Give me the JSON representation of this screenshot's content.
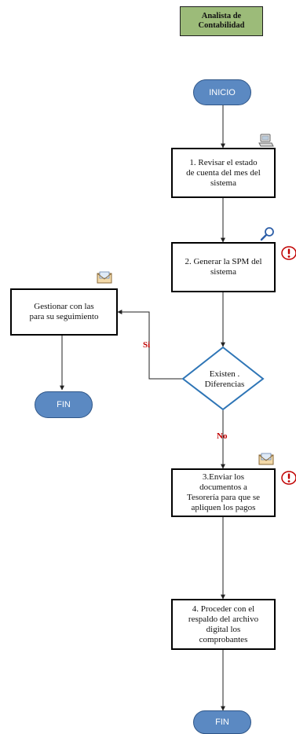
{
  "lane": {
    "title": "Analista de\nContabilidad"
  },
  "start": {
    "label": "INICIO"
  },
  "steps": [
    {
      "text": "1. Revisar el estado\nde cuenta del mes del\nsistema"
    },
    {
      "text": "2. Generar la SPM del\nsistema"
    },
    {
      "text": "3.Enviar los\ndocumentos a\nTesorería para que se\napliquen los pagos"
    },
    {
      "text": "4. Proceder con el\nrespaldo del archivo\ndigital los\ncomprobantes"
    }
  ],
  "decision": {
    "text": "Existen .\nDiferencias",
    "yes_label": "Si",
    "no_label": "No"
  },
  "side_task": {
    "text": "Gestionar con las\npara su seguimiento"
  },
  "end_left": {
    "label": "FIN"
  },
  "end_main": {
    "label": "FIN"
  },
  "icons": [
    "computer-icon",
    "magnifier-icon",
    "warning-icon",
    "mail-icon",
    "mail-icon",
    "warning-icon"
  ],
  "colors": {
    "lane_header": "#9cbb79",
    "terminator": "#5b89c2",
    "branch_label": "#c00000",
    "warning": "#c00000"
  }
}
